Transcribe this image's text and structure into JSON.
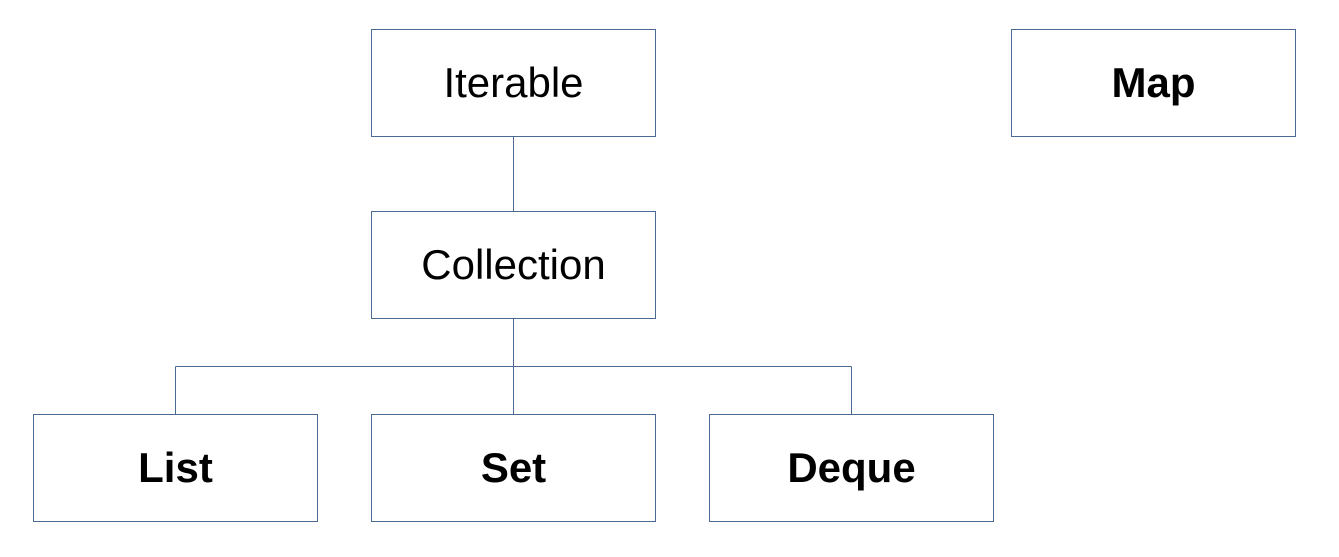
{
  "diagram": {
    "nodes": {
      "iterable": {
        "label": "Iterable",
        "bold": false
      },
      "map": {
        "label": "Map",
        "bold": true
      },
      "collection": {
        "label": "Collection",
        "bold": false
      },
      "list": {
        "label": "List",
        "bold": true
      },
      "set": {
        "label": "Set",
        "bold": true
      },
      "deque": {
        "label": "Deque",
        "bold": true
      }
    },
    "edges": [
      {
        "from": "collection",
        "to": "iterable"
      },
      {
        "from": "list",
        "to": "collection"
      },
      {
        "from": "set",
        "to": "collection"
      },
      {
        "from": "deque",
        "to": "collection"
      }
    ],
    "colors": {
      "border": "#4a6a93",
      "text": "#000000",
      "background": "#ffffff"
    }
  }
}
